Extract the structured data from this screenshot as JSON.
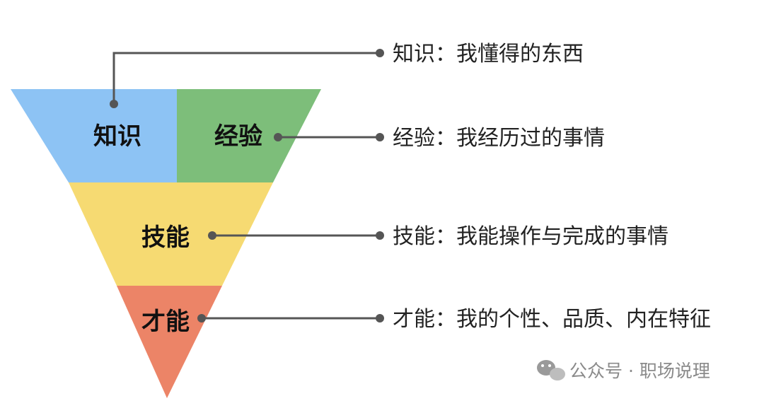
{
  "segments": {
    "knowledge": {
      "label": "知识",
      "color": "#8DC3F4"
    },
    "experience": {
      "label": "经验",
      "color": "#7DBE7A"
    },
    "skill": {
      "label": "技能",
      "color": "#F6DA72"
    },
    "talent": {
      "label": "才能",
      "color": "#EC8467"
    }
  },
  "descriptions": {
    "knowledge": "知识：我懂得的东西",
    "experience": "经验：我经历过的事情",
    "skill": "技能：我能操作与完成的事情",
    "talent": "才能：我的个性、品质、内在特征"
  },
  "watermark": {
    "icon": "wechat-icon",
    "text": "公众号 · 职场说理"
  }
}
